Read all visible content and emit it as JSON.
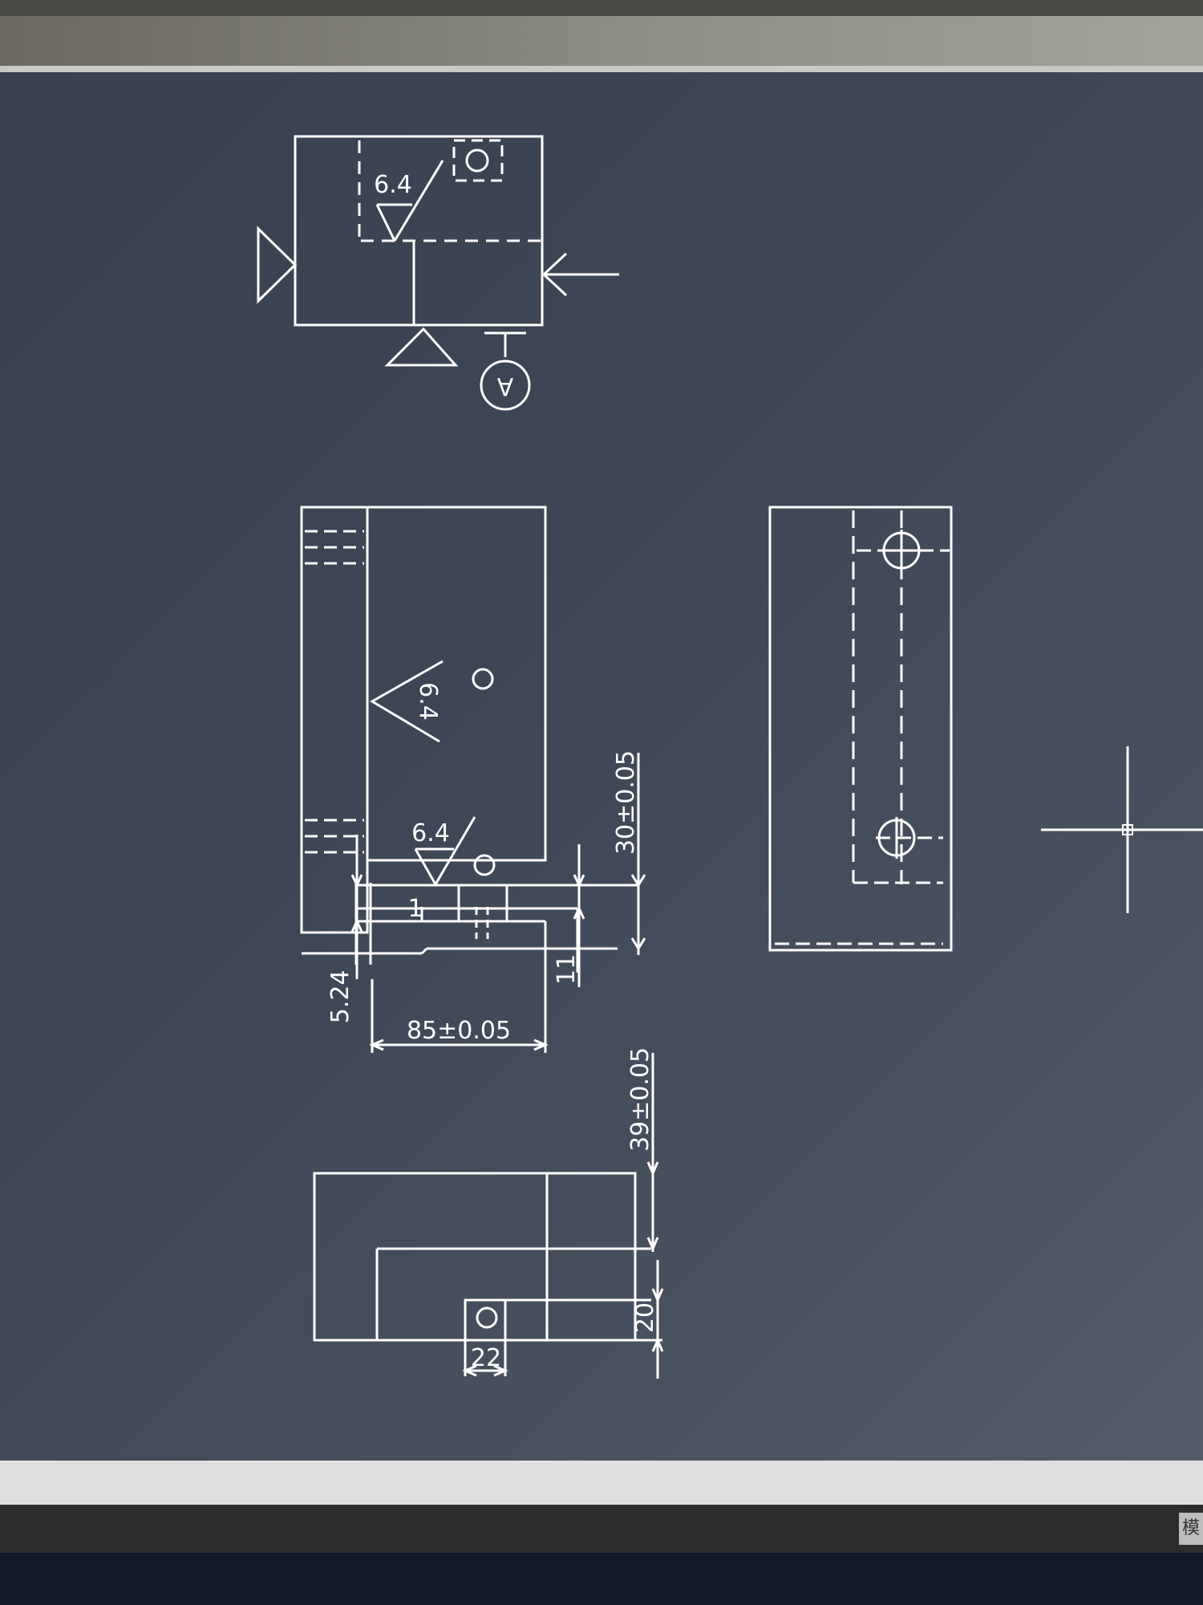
{
  "drawing": {
    "roughness_symbols": {
      "top_view": "6.4",
      "side_rotated": "6.4",
      "side_lower": "6.4"
    },
    "view_label": "A",
    "dimensions": {
      "d_30": "30±0.05",
      "d_1": "1",
      "d_524": "5.24",
      "d_11": "11",
      "d_85": "85±0.05",
      "d_39": "39±0.05",
      "d_20": "20",
      "d_22": "22"
    }
  },
  "status_bar": {
    "model_tab_label": "模"
  },
  "colors": {
    "canvas_background": "#3e4756",
    "line": "#ffffff"
  }
}
